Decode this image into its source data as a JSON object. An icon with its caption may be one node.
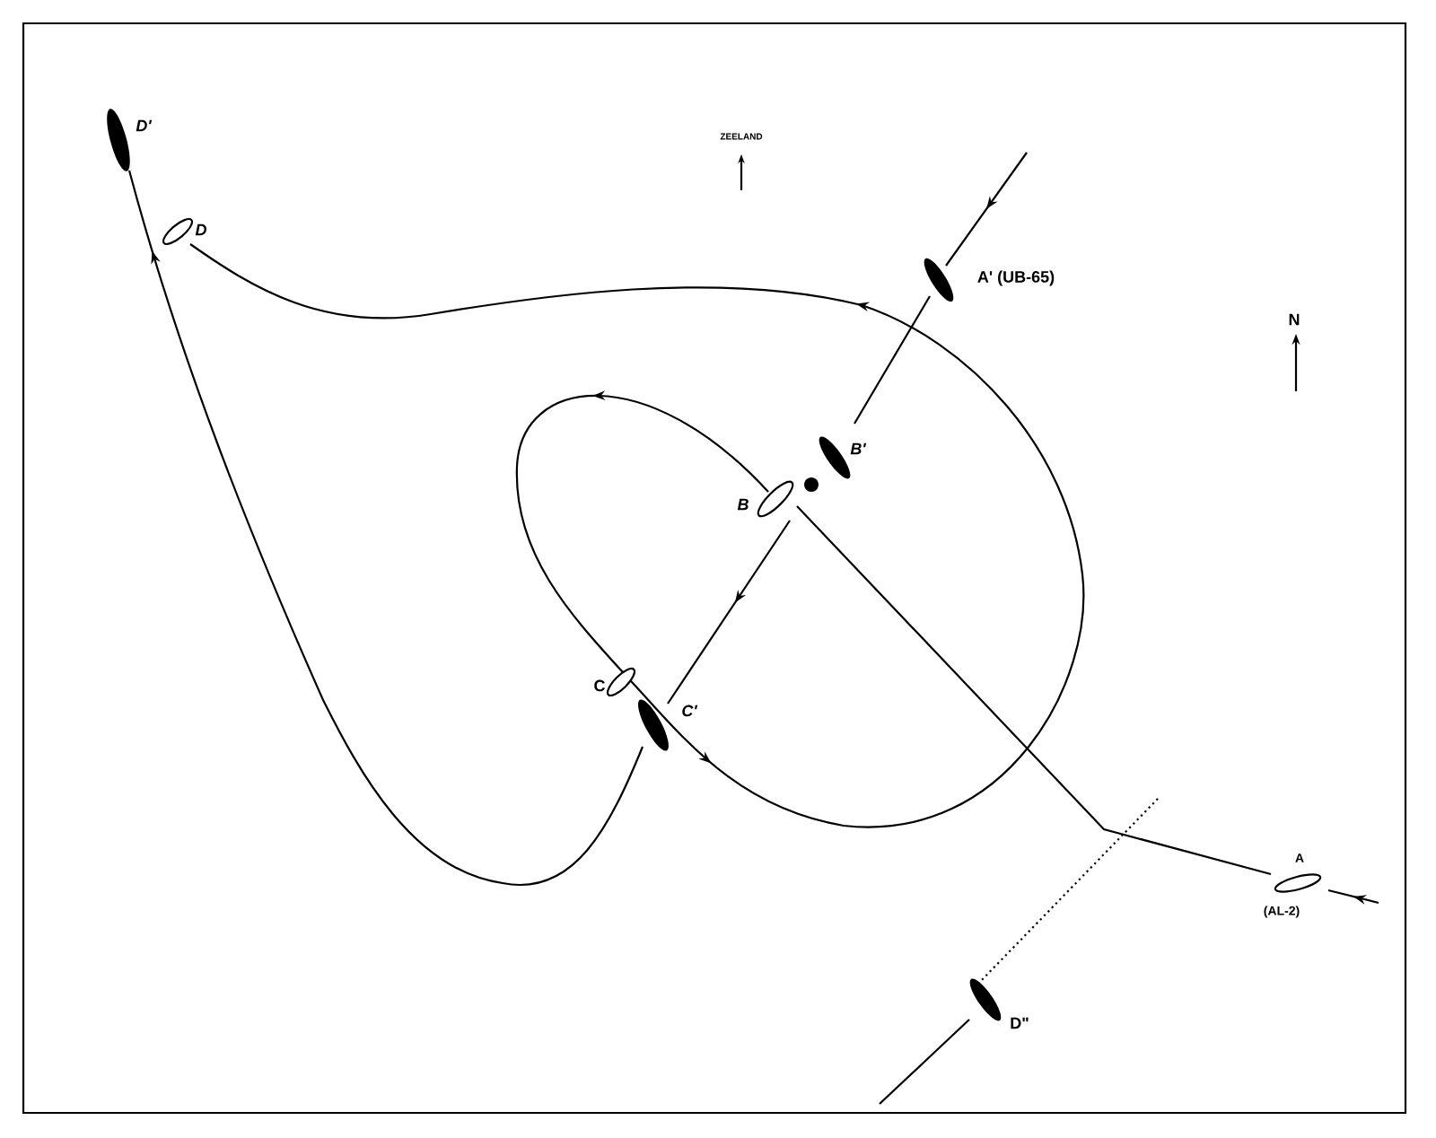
{
  "diagram": {
    "labels": [
      "D'",
      "D",
      "ZEELAND",
      "A' (UB-65)",
      "N",
      "B'",
      "B",
      "C",
      "C'",
      "A",
      "(AL-2)",
      "D\""
    ]
  }
}
